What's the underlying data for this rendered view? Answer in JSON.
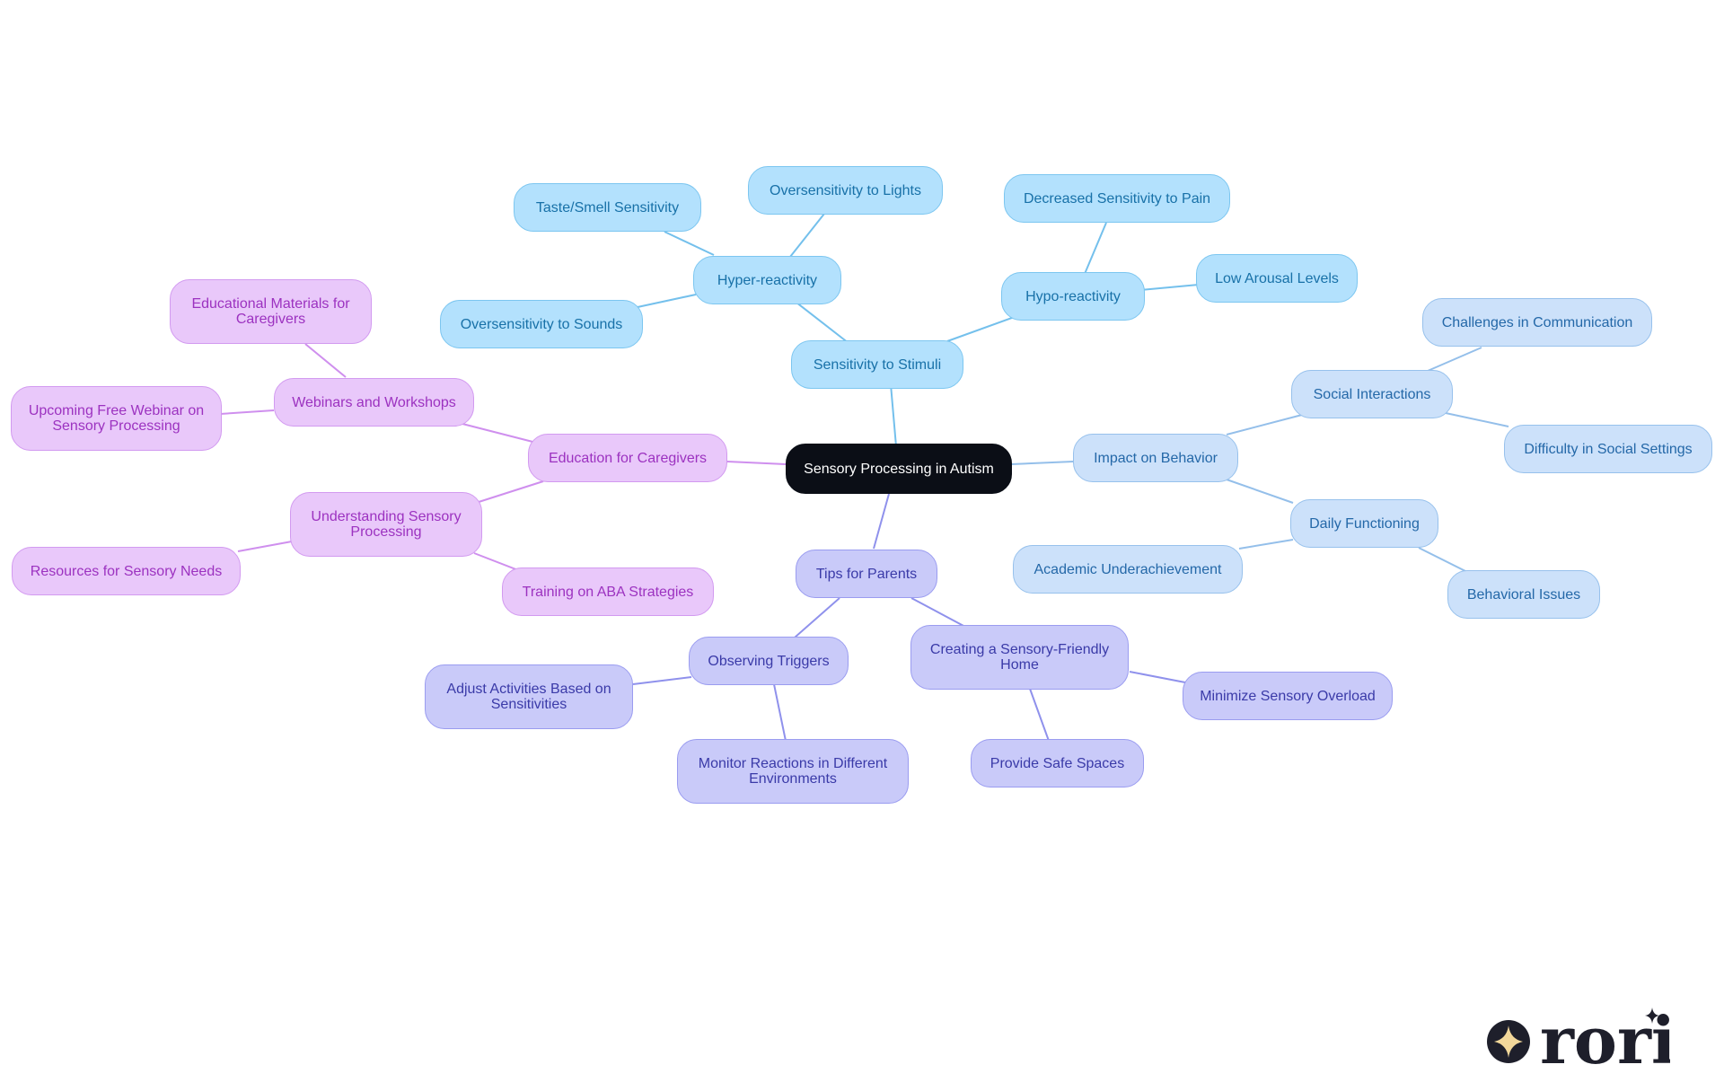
{
  "mindmap": {
    "root": "Sensory Processing in Autism",
    "branches": {
      "stimuli": {
        "label": "Sensitivity to Stimuli",
        "hyper": {
          "label": "Hyper-reactivity",
          "children": [
            "Taste/Smell Sensitivity",
            "Oversensitivity to Lights",
            "Oversensitivity to Sounds"
          ]
        },
        "hypo": {
          "label": "Hypo-reactivity",
          "children": [
            "Decreased Sensitivity to Pain",
            "Low Arousal Levels"
          ]
        }
      },
      "behavior": {
        "label": "Impact on Behavior",
        "social": {
          "label": "Social Interactions",
          "children": [
            "Challenges in Communication",
            "Difficulty in Social Settings"
          ]
        },
        "daily": {
          "label": "Daily Functioning",
          "children": [
            "Academic Underachievement",
            "Behavioral Issues"
          ]
        }
      },
      "tips": {
        "label": "Tips for Parents",
        "observing": {
          "label": "Observing Triggers",
          "children": [
            "Adjust Activities Based on Sensitivities",
            "Monitor Reactions in Different Environments"
          ]
        },
        "creating": {
          "label": "Creating a Sensory-Friendly Home",
          "children": [
            "Minimize Sensory Overload",
            "Provide Safe Spaces"
          ]
        }
      },
      "edu": {
        "label": "Education for Caregivers",
        "webinars": {
          "label": "Webinars and Workshops",
          "children": [
            "Educational Materials for Caregivers",
            "Upcoming Free Webinar on Sensory Processing"
          ]
        },
        "understanding": {
          "label": "Understanding Sensory Processing",
          "children": [
            "Resources for Sensory Needs",
            "Training on ABA Strategies"
          ]
        }
      }
    },
    "colors": {
      "stimuli_edge": "#74c0ec",
      "behavior_edge": "#94bfea",
      "tips_edge": "#8f91ec",
      "edu_edge": "#cf8fee"
    }
  },
  "logo": {
    "text": "rori",
    "icon": "sparkle-icon"
  }
}
